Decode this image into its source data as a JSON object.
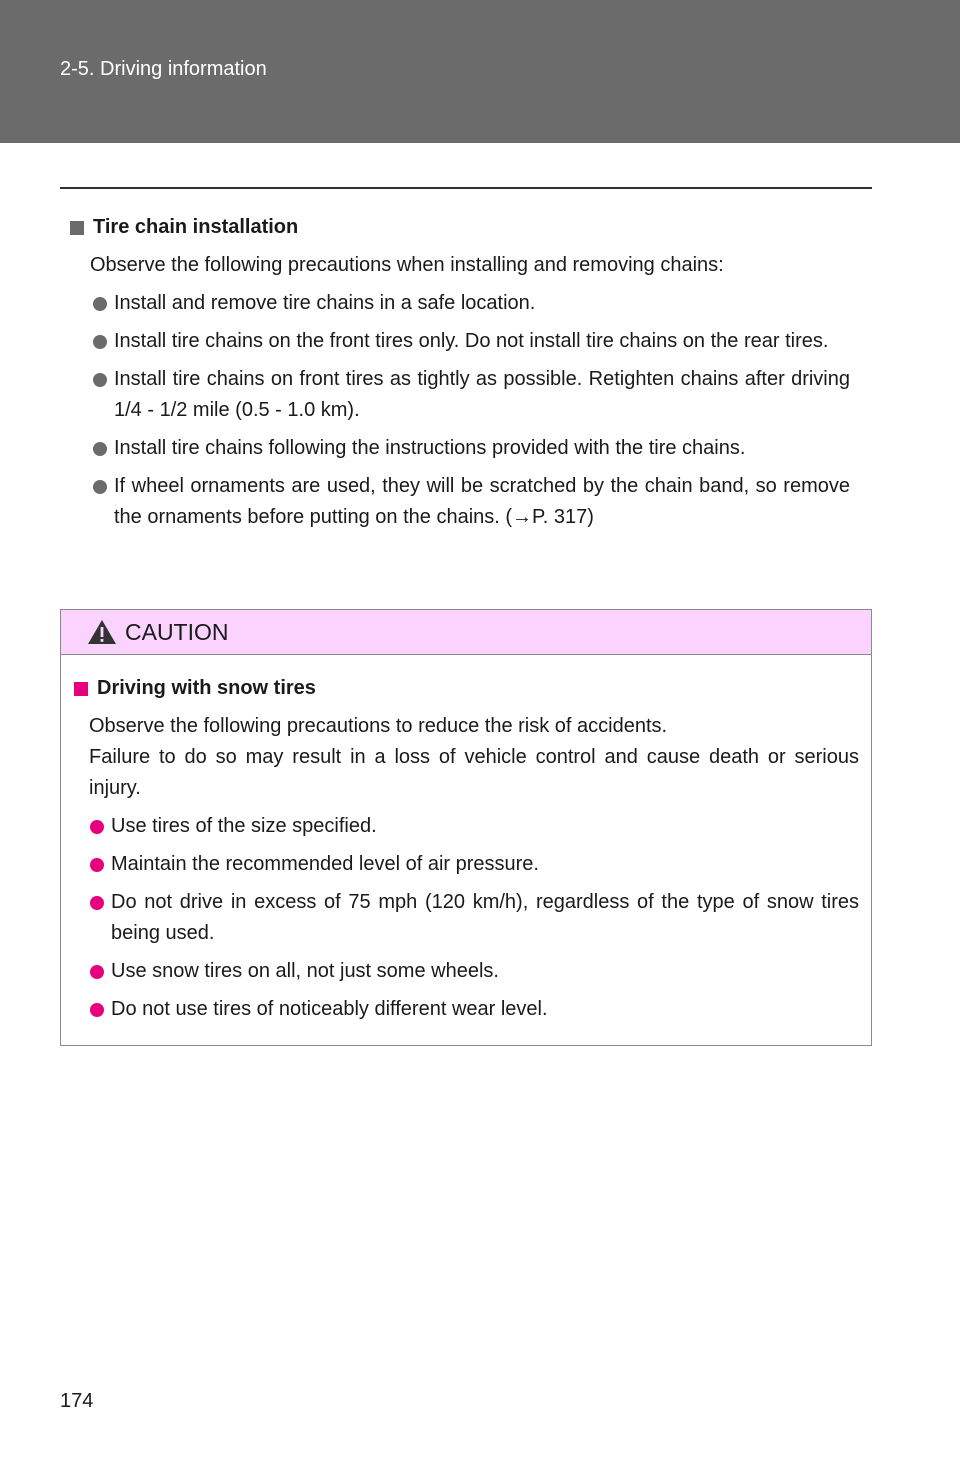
{
  "header": {
    "section": "2-5. Driving information"
  },
  "colors": {
    "header_bg": "#6b6b6b",
    "caution_bg": "#fbd3ff",
    "accent": "#e6007e"
  },
  "intro": {
    "heading": "Tire chain installation",
    "lead": "Observe the following precautions when installing and removing chains:",
    "bullets": [
      "Install and remove tire chains in a safe location.",
      "Install tire chains on the front tires only. Do not install tire chains on the rear tires.",
      "Install tire chains on front tires as tightly as possible. Retighten chains after driving 1/4 - 1/2 mile (0.5 - 1.0 km).",
      "Install tire chains following the instructions provided with the tire chains.",
      "If wheel ornaments are used, they will be scratched by the chain band, so remove the ornaments before putting on the chains. (→P. 317)"
    ]
  },
  "caution": {
    "title": "CAUTION",
    "icon": "warning-triangle-icon",
    "heading": "Driving with snow tires",
    "lead1": "Observe the following precautions to reduce the risk of accidents.",
    "lead2": "Failure to do so may result in a loss of vehicle control and cause death or serious injury.",
    "bullets": [
      "Use tires of the size specified.",
      "Maintain the recommended level of air pressure.",
      "Do not drive in excess of 75 mph (120 km/h), regardless of the type of snow tires being used.",
      "Use snow tires on all, not just some wheels.",
      "Do not use tires of noticeably different wear level."
    ]
  },
  "footer": {
    "page_number": "174"
  }
}
